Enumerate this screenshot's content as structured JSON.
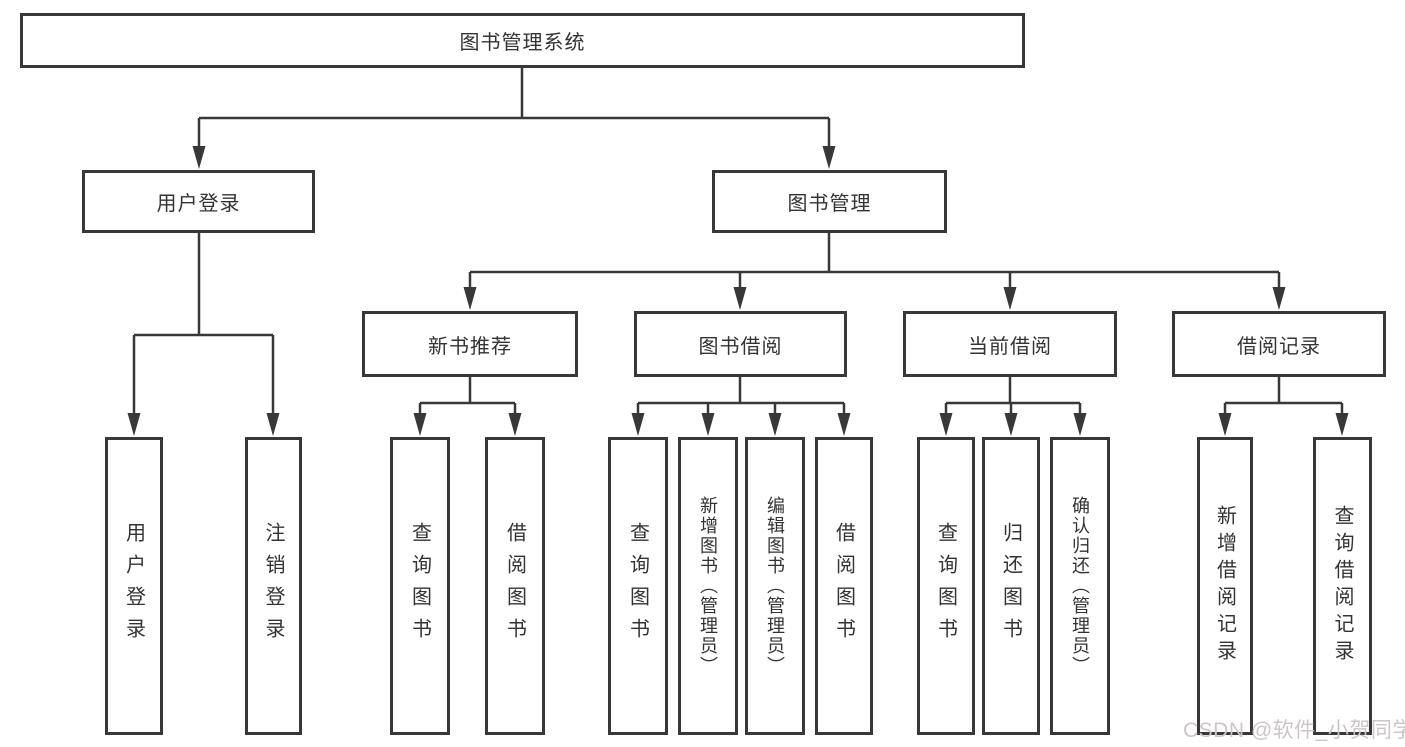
{
  "tree": {
    "root": {
      "label": "图书管理系统"
    },
    "children": [
      {
        "label": "用户登录",
        "children": [
          {
            "label": "用户登录"
          },
          {
            "label": "注销登录"
          }
        ]
      },
      {
        "label": "图书管理",
        "children": [
          {
            "label": "新书推荐",
            "children": [
              {
                "label": "查询图书"
              },
              {
                "label": "借阅图书"
              }
            ]
          },
          {
            "label": "图书借阅",
            "children": [
              {
                "label": "查询图书"
              },
              {
                "label": "新增图书（管理员）"
              },
              {
                "label": "编辑图书（管理员）"
              },
              {
                "label": "借阅图书"
              }
            ]
          },
          {
            "label": "当前借阅",
            "children": [
              {
                "label": "查询图书"
              },
              {
                "label": "归还图书"
              },
              {
                "label": "确认归还（管理员）"
              }
            ]
          },
          {
            "label": "借阅记录",
            "children": [
              {
                "label": "新增借阅记录"
              },
              {
                "label": "查询借阅记录"
              }
            ]
          }
        ]
      }
    ]
  },
  "colors": {
    "line": "#383838",
    "text": "#333333",
    "watermark": "#ccc6ca",
    "background": "#ffffff"
  },
  "watermark": {
    "text": "CSDN @软件_小贺同学"
  }
}
